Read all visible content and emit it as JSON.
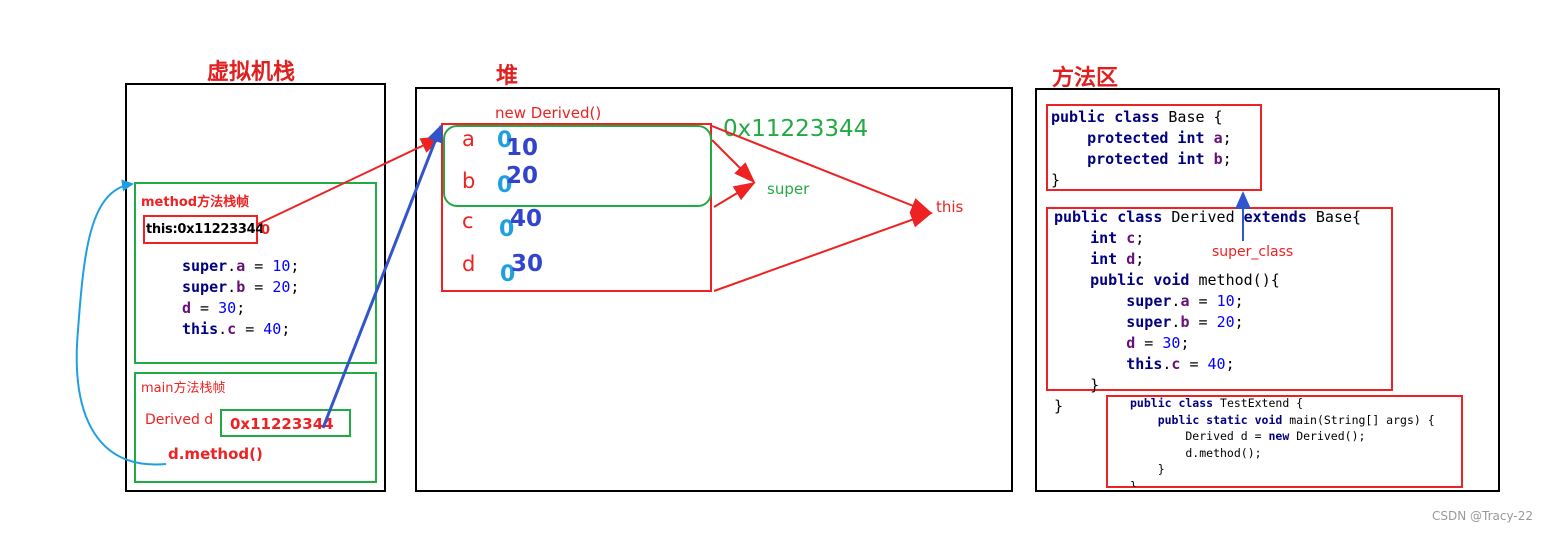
{
  "titles": {
    "stack": "虚拟机栈",
    "heap": "堆",
    "method_area": "方法区"
  },
  "stack": {
    "method_frame": {
      "title": "method方法栈帧",
      "this_ref": "this:0x11223344",
      "zero": "0",
      "code": [
        "super.a = 10;",
        "super.b = 20;",
        "d = 30;",
        "this.c = 40;"
      ]
    },
    "main_frame": {
      "title": "main方法栈帧",
      "var_label": "Derived  d",
      "ref": "0x11223344",
      "call": "d.method()"
    }
  },
  "heap": {
    "object_label": "new  Derived()",
    "address": "0x11223344",
    "fields": [
      {
        "name": "a",
        "old": "0",
        "new": "10"
      },
      {
        "name": "b",
        "old": "0",
        "new": "20"
      },
      {
        "name": "c",
        "old": "0",
        "new": "40"
      },
      {
        "name": "d",
        "old": "0",
        "new": "30"
      }
    ],
    "super_label": "super",
    "this_label": "this"
  },
  "method_area": {
    "base_code": [
      "public class Base {",
      "    protected int a;",
      "    protected int b;",
      "}"
    ],
    "derived_code": [
      "public class Derived extends Base{",
      "    int c;",
      "    int d;",
      "    public void method(){",
      "        super.a = 10;",
      "        super.b = 20;",
      "        d = 30;",
      "        this.c = 40;",
      "    }"
    ],
    "closing_brace": "}",
    "super_class_label": "super_class",
    "test_code": [
      "public class TestExtend {",
      "    public static void main(String[] args) {",
      "        Derived d = new Derived();",
      "        d.method();",
      "    }",
      "}"
    ]
  },
  "colors": {
    "red": "#ee2222",
    "green": "#22aa44",
    "blue": "#3355cc",
    "light_blue": "#1ea0e0",
    "field_blue": "#3344cc"
  },
  "watermark": "CSDN @Tracy-22"
}
